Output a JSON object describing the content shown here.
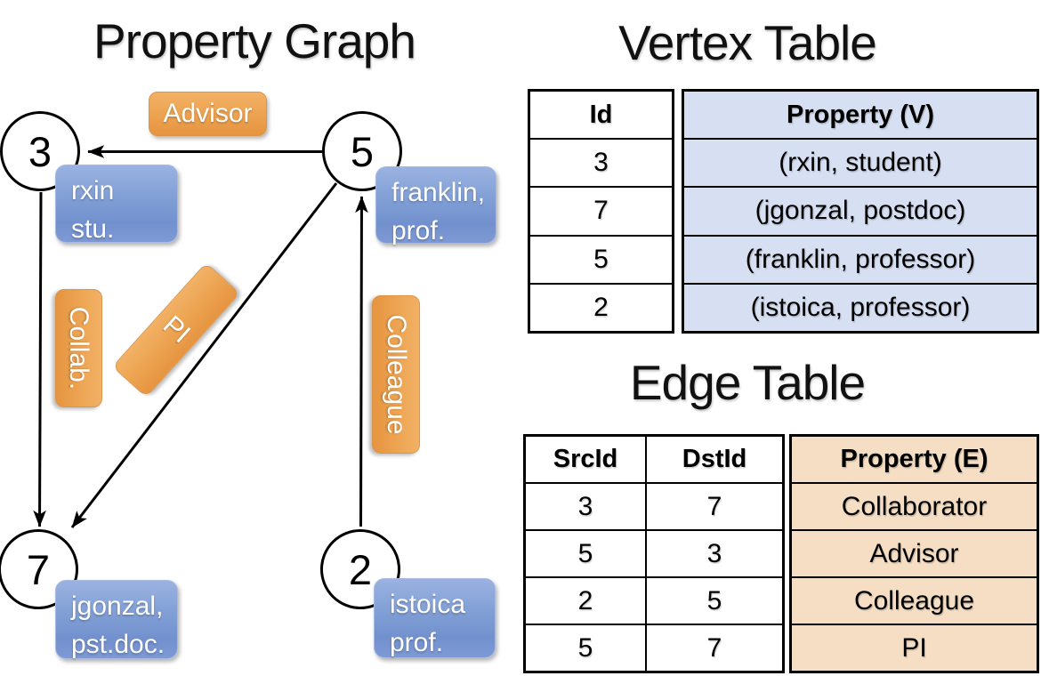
{
  "titles": {
    "graph": "Property Graph",
    "vertex_table": "Vertex Table",
    "edge_table": "Edge Table"
  },
  "graph": {
    "nodes": {
      "n3": "3",
      "n5": "5",
      "n7": "7",
      "n2": "2"
    },
    "edge_labels": {
      "advisor": "Advisor",
      "collab": "Collab.",
      "pi": "PI",
      "colleague": "Colleague"
    },
    "props": {
      "n3": [
        "rxin",
        "stu."
      ],
      "n5": [
        "franklin,",
        "prof."
      ],
      "n7": [
        "jgonzal,",
        "pst.doc."
      ],
      "n2": [
        "istoica",
        "prof."
      ]
    }
  },
  "vertex_table": {
    "id_header": "Id",
    "prop_header": "Property (V)",
    "ids": [
      "3",
      "7",
      "5",
      "2"
    ],
    "props": [
      "(rxin, student)",
      "(jgonzal, postdoc)",
      "(franklin, professor)",
      "(istoica, professor)"
    ]
  },
  "edge_table": {
    "src_header": "SrcId",
    "dst_header": "DstId",
    "prop_header": "Property (E)",
    "rows": [
      {
        "src": "3",
        "dst": "7",
        "prop": "Collaborator"
      },
      {
        "src": "5",
        "dst": "3",
        "prop": "Advisor"
      },
      {
        "src": "2",
        "dst": "5",
        "prop": "Colleague"
      },
      {
        "src": "5",
        "dst": "7",
        "prop": "PI"
      }
    ]
  },
  "colors": {
    "edge_label_orange_top": "#F2B166",
    "edge_label_orange_bottom": "#E69440",
    "node_prop_blue_top": "#9BB2E1",
    "node_prop_blue_bottom": "#7290CD",
    "vertex_prop_fill": "#D7E0F2",
    "edge_prop_fill": "#F5DEC3",
    "line_black": "#000000"
  }
}
